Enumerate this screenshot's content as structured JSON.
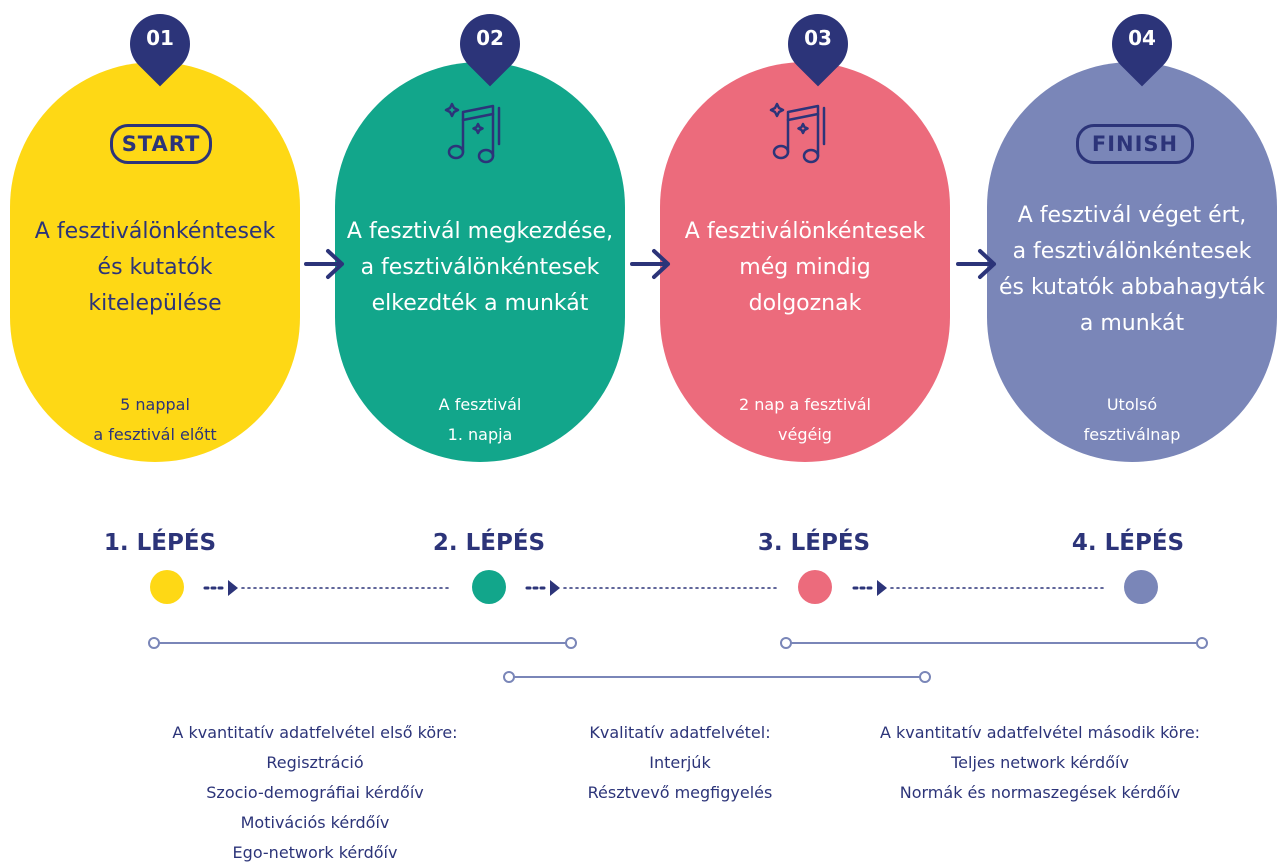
{
  "colors": {
    "navy": "#2c3479",
    "yellow": "#fed815",
    "green": "#12a68b",
    "pink": "#ec6b7c",
    "lavender": "#7a86b8"
  },
  "cards": [
    {
      "number": "01",
      "icon": "start-badge-icon",
      "badge": "START",
      "main": [
        "A fesztiválönkéntesek",
        "és kutatók",
        "kitelepülése"
      ],
      "sub": [
        "5 nappal",
        "a fesztivál előtt"
      ]
    },
    {
      "number": "02",
      "icon": "music-note-icon",
      "main": [
        "A fesztivál megkezdése,",
        "a fesztiválönkéntesek",
        "elkezdték a munkát"
      ],
      "sub": [
        "A fesztivál",
        "1. napja"
      ]
    },
    {
      "number": "03",
      "icon": "music-note-icon",
      "main": [
        "A fesztiválönkéntesek",
        "még mindig",
        "dolgoznak"
      ],
      "sub": [
        "2 nap a fesztivál",
        "végéig"
      ]
    },
    {
      "number": "04",
      "icon": "finish-badge-icon",
      "badge": "FINISH",
      "main": [
        "A fesztivál véget ért,",
        "a fesztiválönkéntesek",
        "és kutatók abbahagyták",
        "a munkát"
      ],
      "sub": [
        "Utolsó",
        "fesztiválnap"
      ]
    }
  ],
  "steps": [
    "1. LÉPÉS",
    "2. LÉPÉS",
    "3. LÉPÉS",
    "4. LÉPÉS"
  ],
  "descriptions": [
    {
      "title": "A kvantitatív adatfelvétel első köre:",
      "items": [
        "Regisztráció",
        "Szocio-demográfiai kérdőív",
        "Motivációs kérdőív",
        "Ego-network kérdőív"
      ]
    },
    {
      "title": "Kvalitatív adatfelvétel:",
      "items": [
        "Interjúk",
        "Résztvevő megfigyelés"
      ]
    },
    {
      "title": "A kvantitatív adatfelvétel második köre:",
      "items": [
        "Teljes network kérdőív",
        "Normák és normaszegések kérdőív"
      ]
    }
  ]
}
